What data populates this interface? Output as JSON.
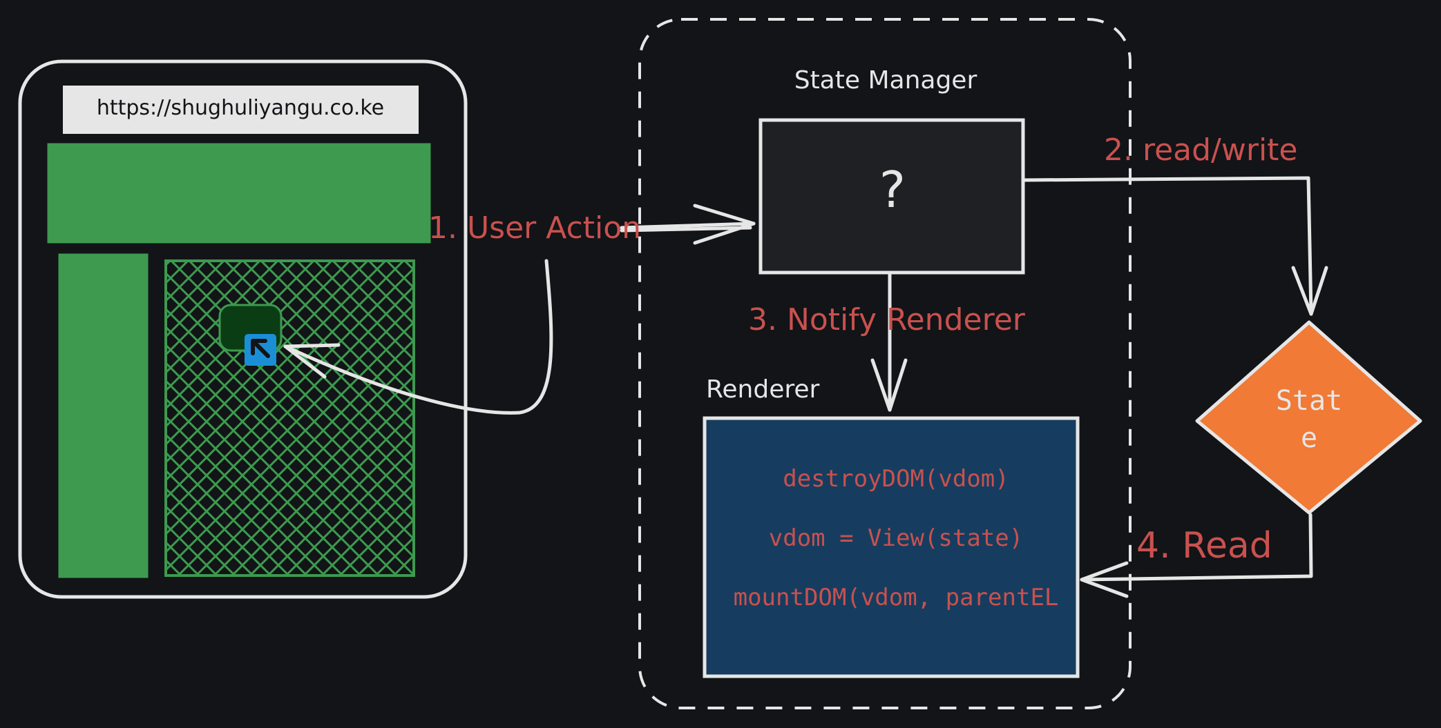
{
  "browser": {
    "url": "https://shughuliyangu.co.ke"
  },
  "state_manager": {
    "label": "State Manager",
    "box_text": "?"
  },
  "renderer": {
    "label": "Renderer",
    "lines": [
      "destroyDOM(vdom)",
      "vdom = View(state)",
      "mountDOM(vdom, parentEL"
    ]
  },
  "state": {
    "label_line1": "Stat",
    "label_line2": "e"
  },
  "steps": {
    "user_action": "1. User Action",
    "read_write": "2. read/write",
    "notify_renderer": "3. Notify Renderer",
    "read": "4. Read"
  },
  "colors": {
    "background": "#121417",
    "stroke": "#e6e6e6",
    "annotation": "#c9514f",
    "green": "#3d9a4f",
    "green_dark": "#0b3d14",
    "renderer_fill": "#163d5f",
    "state_fill": "#f07a36",
    "cursor_blue": "#1b8fd6",
    "url_bar": "#e6e6e6",
    "box_fill": "#1f2024"
  },
  "icons": {
    "cursor": "cursor-arrow-icon"
  }
}
